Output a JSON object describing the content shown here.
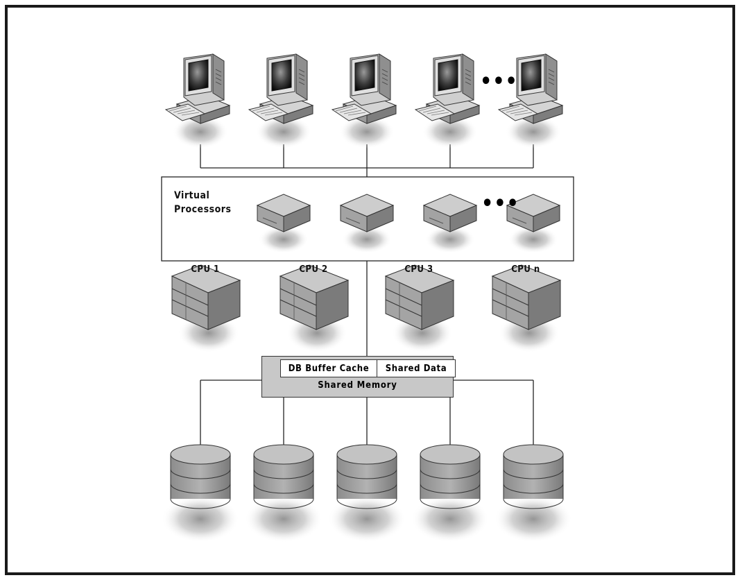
{
  "virtual_processors": {
    "label_line1": "Virtual",
    "label_line2": "Processors"
  },
  "cpus": [
    "CPU 1",
    "CPU 2",
    "CPU 3",
    "CPU n"
  ],
  "ellipsis": "•••",
  "shared_memory": {
    "title": "Shared Memory",
    "cells": [
      "DB Buffer Cache",
      "Shared Data"
    ]
  },
  "colors": {
    "frame": "#1a1a1a",
    "memory_fill": "#c8c8c8",
    "device_gray": "#9e9e9e"
  },
  "icons": {
    "workstation": "desktop-computer-icon",
    "virtual_processor": "processor-box-icon",
    "cpu": "cpu-tower-icon",
    "disk": "database-disk-icon"
  }
}
